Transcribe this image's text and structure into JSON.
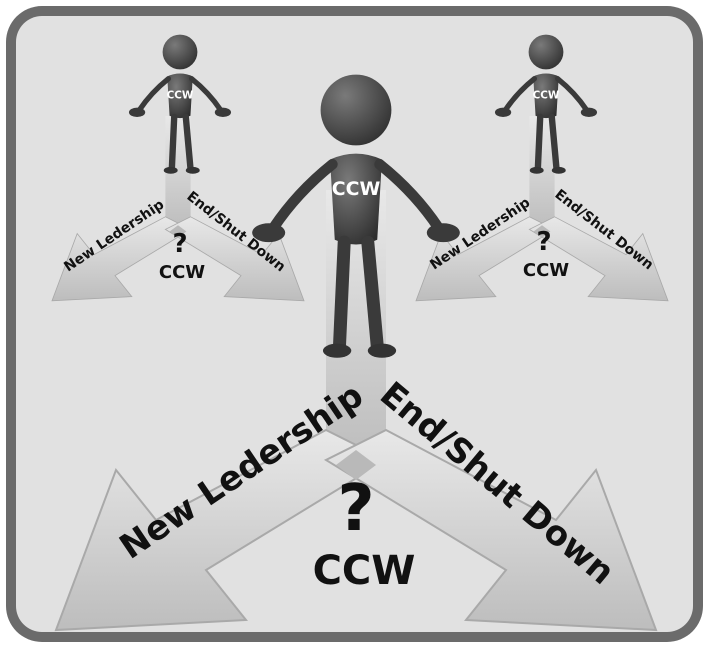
{
  "scene": {
    "figure_shirt_text": "CCW",
    "left_label": "New Ledership",
    "right_label": "End/Shut Down",
    "question_mark": "?",
    "center_label": "CCW"
  },
  "colors": {
    "frame": "#6b6b6b",
    "background": "#e1e1e1",
    "arrow": "#cfcfcf",
    "figure": "#444444",
    "text": "#111111"
  }
}
